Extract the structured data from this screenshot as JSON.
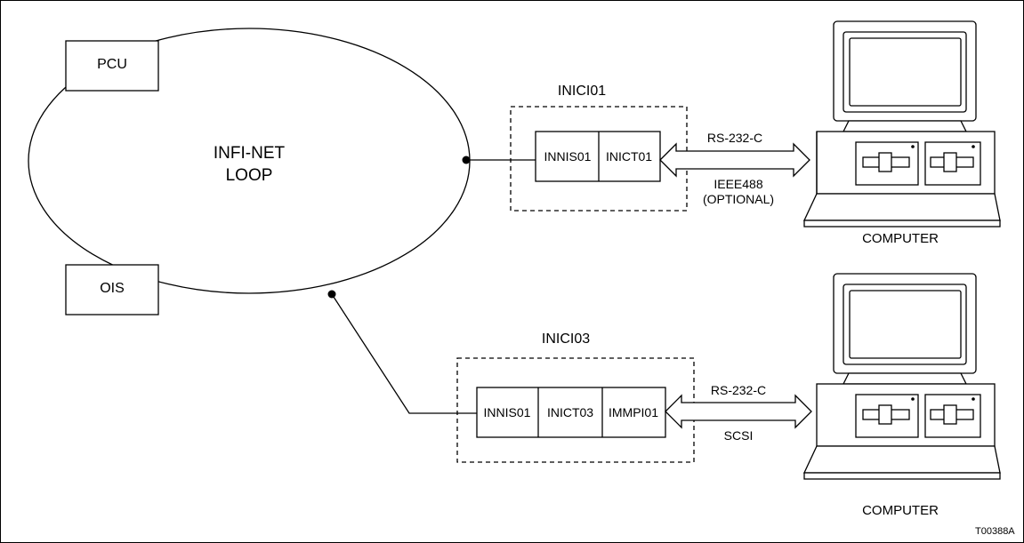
{
  "loop": {
    "line1": "INFI-NET",
    "line2": "LOOP"
  },
  "boxes": {
    "pcu": "PCU",
    "ois": "OIS"
  },
  "system1": {
    "title": "INICI01",
    "modules": [
      "INNIS01",
      "INICT01"
    ],
    "link_top": "RS-232-C",
    "link_bottom_1": "IEEE488",
    "link_bottom_2": "(OPTIONAL)",
    "computer_label": "COMPUTER"
  },
  "system2": {
    "title": "INICI03",
    "modules": [
      "INNIS01",
      "INICT03",
      "IMMPI01"
    ],
    "link_top": "RS-232-C",
    "link_bottom": "SCSI",
    "computer_label": "COMPUTER"
  },
  "figure_id": "T00388A"
}
